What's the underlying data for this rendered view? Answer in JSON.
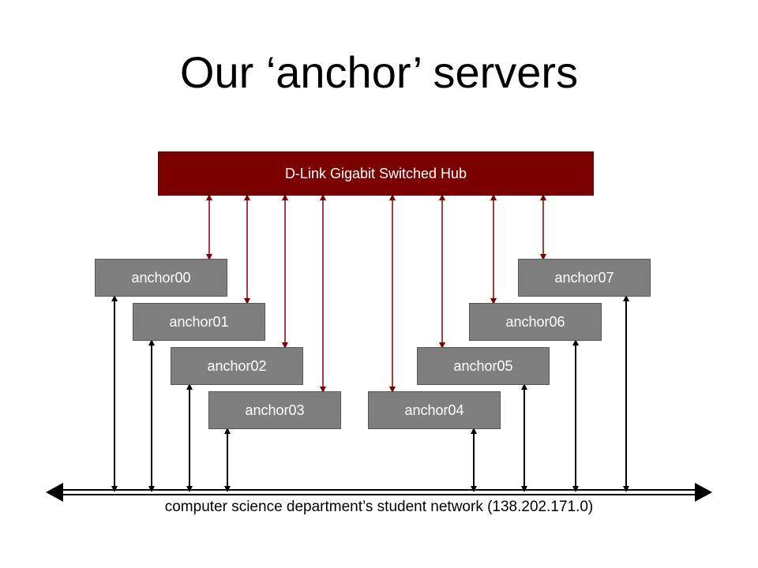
{
  "title": "Our ‘anchor’ servers",
  "hub": {
    "label": "D-Link Gigabit Switched Hub"
  },
  "servers": [
    {
      "label": "anchor00"
    },
    {
      "label": "anchor01"
    },
    {
      "label": "anchor02"
    },
    {
      "label": "anchor03"
    },
    {
      "label": "anchor04"
    },
    {
      "label": "anchor05"
    },
    {
      "label": "anchor06"
    },
    {
      "label": "anchor07"
    }
  ],
  "network": {
    "label": "computer science department’s student network (138.202.171.0)"
  },
  "colors": {
    "hub": "#7b0000",
    "server": "#7f7f7f",
    "hub_link": "#7b0000",
    "network_link": "#000000"
  }
}
